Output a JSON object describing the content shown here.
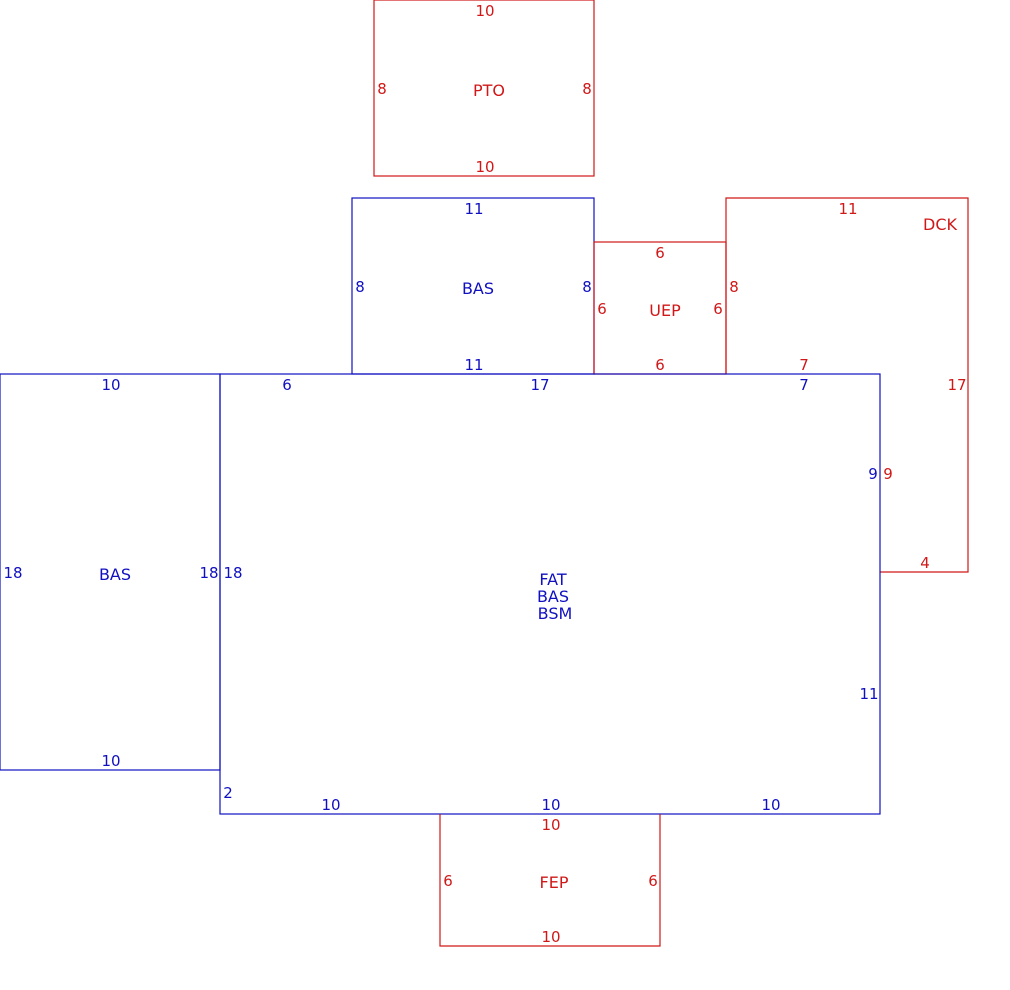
{
  "colors": {
    "living": "#1010c0",
    "exterior": "#d01818",
    "background": "#ffffff"
  },
  "areas": {
    "pto": {
      "label": "PTO",
      "dims": {
        "top": "10",
        "left": "8",
        "right": "8",
        "bottom": "10"
      }
    },
    "bas_upper": {
      "label": "BAS",
      "dims": {
        "top": "11",
        "left": "8",
        "right": "8",
        "bottom": "11"
      }
    },
    "uep": {
      "label": "UEP",
      "dims": {
        "top": "6",
        "left": "6",
        "right": "6",
        "bottom": "6"
      }
    },
    "dck": {
      "label": "DCK",
      "dims": {
        "top": "11",
        "left": "8",
        "inner_bottom": "7",
        "right": "17",
        "inner_left": "9",
        "bottom": "4"
      }
    },
    "bas_left": {
      "label": "BAS",
      "dims": {
        "top": "10",
        "left": "18",
        "right": "18",
        "bottom": "10"
      }
    },
    "main": {
      "labels": [
        "FAT",
        "BAS",
        "BSM"
      ],
      "dims": {
        "top_left": "6",
        "top_mid": "17",
        "top_right": "7",
        "right_upper": "9",
        "right_lower": "11",
        "left": "18",
        "left_step": "2",
        "bottom_left": "10",
        "bottom_mid": "10",
        "bottom_right": "10"
      }
    },
    "fep": {
      "label": "FEP",
      "dims": {
        "top": "10",
        "left": "6",
        "right": "6",
        "bottom": "10"
      }
    }
  }
}
